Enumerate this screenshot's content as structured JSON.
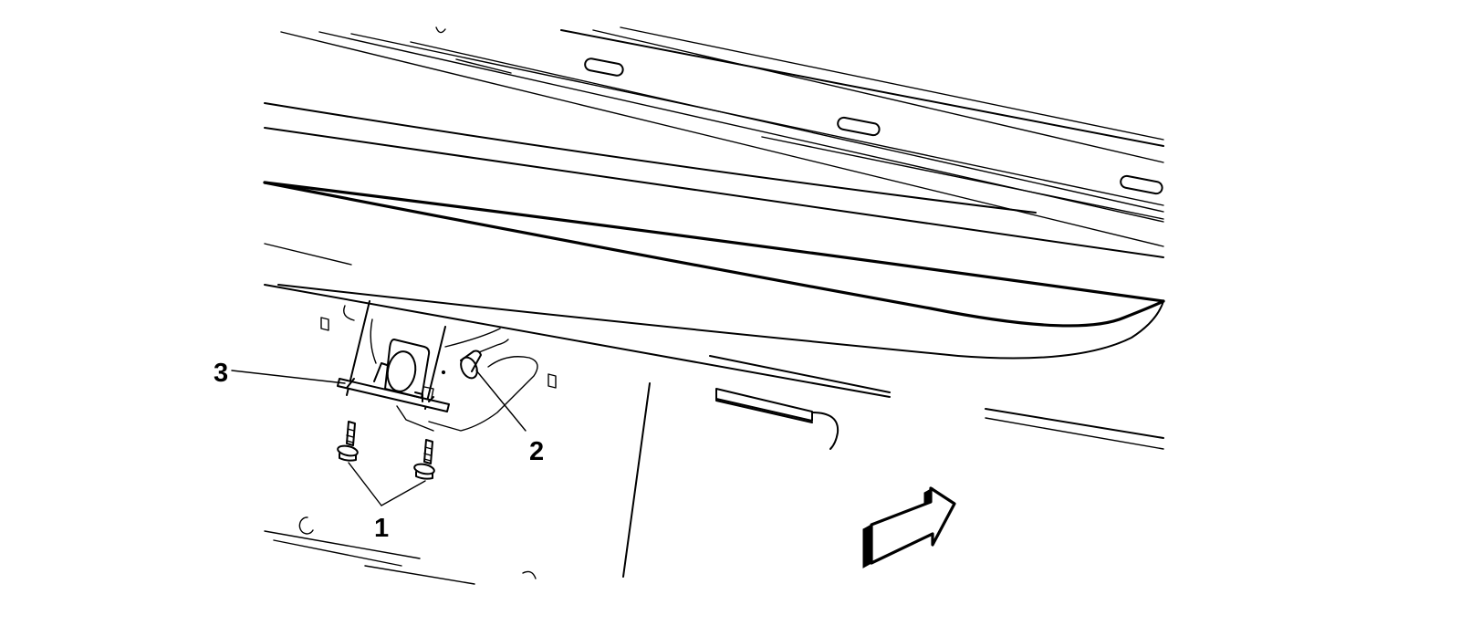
{
  "callouts": [
    {
      "id": "1",
      "text": "1"
    },
    {
      "id": "2",
      "text": "2"
    },
    {
      "id": "3",
      "text": "3"
    }
  ],
  "icons": [
    "direction-arrow-icon"
  ],
  "colors": {
    "background": "#ffffff",
    "ink": "#000000"
  }
}
